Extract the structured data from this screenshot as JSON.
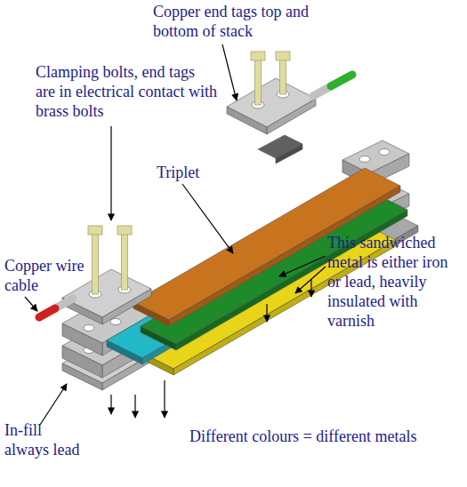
{
  "diagram": {
    "labels": [
      "Copper end tags top and bottom of stack",
      "Clamping bolts, end tags are in electrical contact with brass bolts",
      "Triplet",
      "Copper wire cable",
      "This sandwiched metal is either iron or lead, heavily insulated with varnish",
      "In-fill always lead",
      "Different colours = different metals"
    ]
  }
}
